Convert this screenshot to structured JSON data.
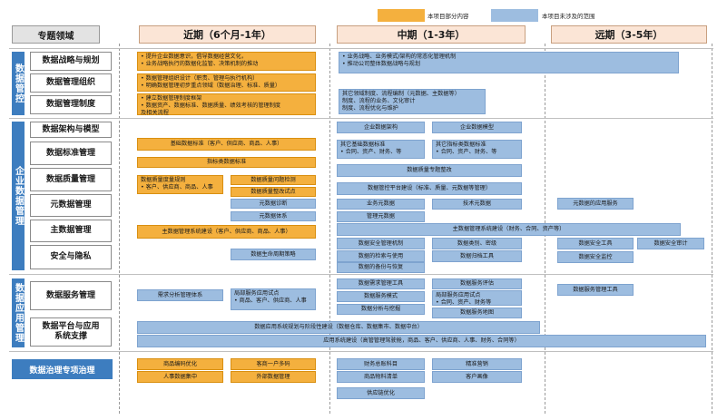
{
  "legend": {
    "partial": "本项目部分内容",
    "notcovered": "本项目未涉及的范围"
  },
  "header": {
    "domain": "专题领域",
    "near": "近期（6个月-1年）",
    "mid": "中期（1-3年）",
    "far": "远期（3-5年）"
  },
  "sections": {
    "control": "数据管控",
    "enterprise": "企业数据管理",
    "app": "数据应用管理"
  },
  "rows": {
    "strategy": "数据战略与规划",
    "org": "数据管理组织",
    "policy": "数据管理制度",
    "arch": "数据架构与模型",
    "standard": "数据标准管理",
    "quality": "数据质量管理",
    "meta": "元数据管理",
    "master": "主数据管理",
    "security": "安全与隐私",
    "service": "数据服务管理",
    "platform1": "数据平台与应用",
    "platform2": "系统支撑",
    "special": "数据治理专项治理"
  },
  "boxes": {
    "s_near": [
      "• 提升企业数据意识，倡导数据经营文化，",
      "• 业务战略执行的数据化监管、决策机制的推动"
    ],
    "s_mid": [
      "• 业务战略、业务模式/架构的常态化管理机制",
      "• 推动公司整体数据战略与规划"
    ],
    "o_near": [
      "• 数据管理组织设计（职责、管理与执行机构）",
      "• 明确数据管理初步重点领域（数据治理、标准、质量）"
    ],
    "p_near1": "• 建立数据管理制度框架",
    "p_near2": [
      "• 数据资产、数据标准、数据质量、绩效考核的管理制度",
      "及相关流程"
    ],
    "op_mid": [
      "其它领域制度、流程编制（元数据、主数据等）",
      "制度、流程的业务、文化审计",
      "制度、流程优化与维护"
    ],
    "arch1": "企业数据架构",
    "arch2": "企业数据模型",
    "std1": "基础数据标准（客户、供应商、商品、人事）",
    "std2": "指标类数据标准",
    "std_mid1": [
      "其它基础数据标准",
      "• 合同、资产、财务、等"
    ],
    "std_mid2": [
      "其它指标类数据标准",
      "• 合同、资产、财务、等"
    ],
    "q_near1": [
      "数据质量度量规则",
      "• 客户、供应商、商品、人事"
    ],
    "q_near2": "数据质量问题检测",
    "q_near3": "数据质量整改试点",
    "q_mid1": "数据质量专题整改",
    "q_mid2": "数据管控平台建设（标准、质量、元数据等管理）",
    "m_near1": "元数据诊断",
    "m_near2": "元数据体系",
    "m_mid1": "业务元数据",
    "m_mid2": "技术元数据",
    "m_mid3": "管理元数据",
    "m_far": "元数据的应用服务",
    "md_near": "主数据管理系统建设（客户、供应商、商品、人事）",
    "md_mid": "主数据管理系统建设（财务、合同、资产等）",
    "sec_near": "数据生命周期策略",
    "sec_mid1": "数据安全管理机制",
    "sec_mid2": "数据类别、密级",
    "sec_mid3": "数据的检索与使用",
    "sec_mid4": "数据归档工具",
    "sec_mid5": "数据的备份与恢复",
    "sec_far1": "数据安全工具",
    "sec_far2": "数据安全审计",
    "sec_far3": "数据安全监控",
    "sv_near1": "需求分析管理体系",
    "sv_near2": [
      "局部服务应用试点",
      "• 商品、客户、供应商、人事"
    ],
    "sv_mid1": "数据需求管理工具",
    "sv_mid2": "数据服务评估",
    "sv_mid3": "数据服务模式",
    "sv_mid4": [
      "局部服务应用试点",
      "• 合同、资产、财务等"
    ],
    "sv_mid5": "数据分析与挖掘",
    "sv_mid6": "数据服务地图",
    "sv_far": "数据服务管理工具",
    "pf1": "数据应用系统规划与阶段性建设（数据仓库、数据集市、数据中台）",
    "pf2": "应用系统建设（高管管理驾驶舱，商品、客户、供应商、人事、财务、合同等）",
    "sp1": "商品编码优化",
    "sp2": "客商一户多码",
    "sp3": "人事数据集中",
    "sp4": "外部数据管理",
    "sp5": "财务总账科目",
    "sp6": "精准营销",
    "sp7": "商品物料清单",
    "sp8": "客户画像",
    "sp9": "供应链优化"
  },
  "colors": {
    "orange": "#f4b03e",
    "blue": "#9dbde0",
    "section_blue": "#3d7dbf",
    "header_peach": "#fbe5d6"
  }
}
